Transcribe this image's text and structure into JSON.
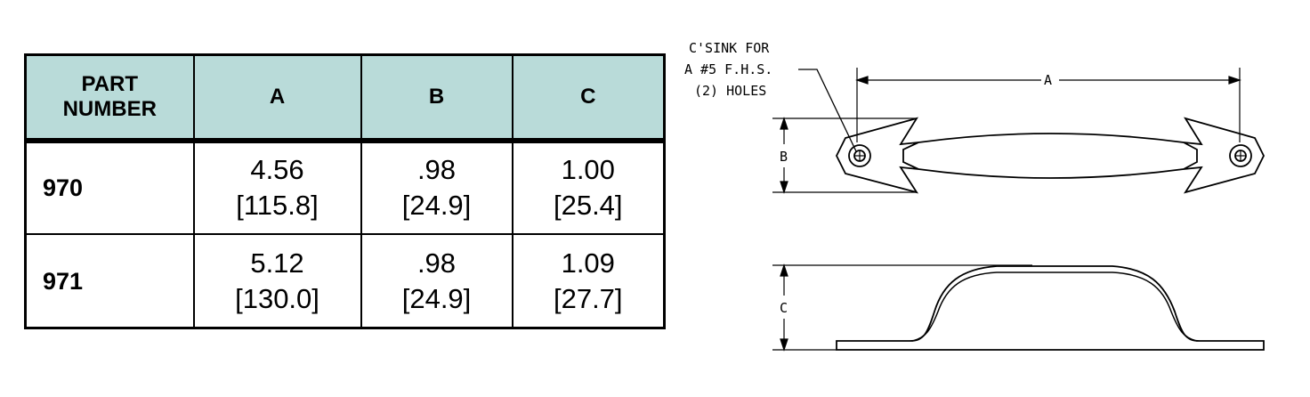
{
  "table": {
    "headers": {
      "part_line1": "PART",
      "part_line2": "NUMBER",
      "a": "A",
      "b": "B",
      "c": "C"
    },
    "rows": [
      {
        "part": "970",
        "a": "4.56",
        "a_mm": "[115.8]",
        "b": ".98",
        "b_mm": "[24.9]",
        "c": "1.00",
        "c_mm": "[25.4]"
      },
      {
        "part": "971",
        "a": "5.12",
        "a_mm": "[130.0]",
        "b": ".98",
        "b_mm": "[24.9]",
        "c": "1.09",
        "c_mm": "[27.7]"
      }
    ],
    "header_color": "#b9dbd9"
  },
  "drawing": {
    "note_line1": "C'SINK FOR",
    "note_line2": "A #5 F.H.S.",
    "note_line3": "(2) HOLES",
    "dim_a": "A",
    "dim_b": "B",
    "dim_c": "C"
  }
}
